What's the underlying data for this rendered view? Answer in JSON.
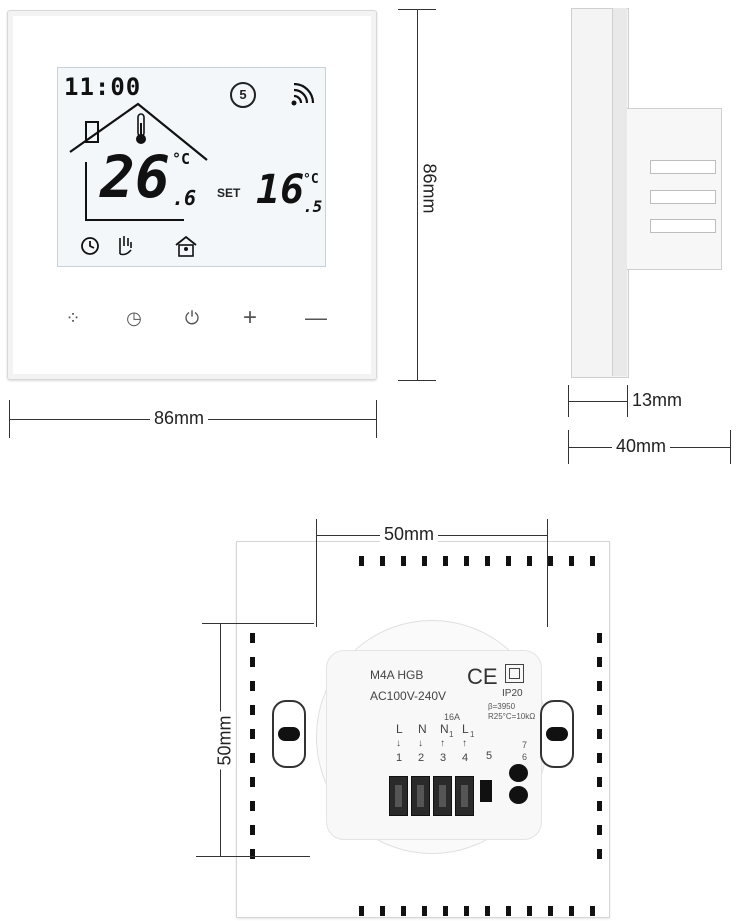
{
  "front_panel": {
    "time": "11:00",
    "room_temp": "26",
    "room_temp_decimal": ".6",
    "temp_unit": "°C",
    "set_label": "SET",
    "set_temp": "16",
    "set_temp_decimal": ".5",
    "program": "5",
    "buttons": [
      {
        "name": "menu-button",
        "icon": "grid-icon",
        "glyph": "⁘"
      },
      {
        "name": "clock-button",
        "icon": "clock-icon",
        "glyph": "◷"
      },
      {
        "name": "power-button",
        "icon": "power-icon",
        "glyph": "⏻"
      },
      {
        "name": "plus-button",
        "icon": "plus-icon",
        "glyph": "+"
      },
      {
        "name": "minus-button",
        "icon": "minus-icon",
        "glyph": "—"
      }
    ]
  },
  "dimensions": {
    "front_width": "86mm",
    "front_height": "86mm",
    "side_depth_front": "13mm",
    "side_depth_total": "40mm",
    "back_width": "50mm",
    "back_height": "50mm"
  },
  "back_label": {
    "model": "M4A HGB",
    "voltage": "AC100V-240V",
    "ce_mark": "CE",
    "ip_rating": "IP20",
    "sensor_b": "β=3950",
    "sensor_r": "R25°C=10kΩ",
    "current": "16A",
    "terminal_labels": [
      "L",
      "N",
      "N",
      "L"
    ],
    "terminal_subs": [
      "",
      "",
      "1",
      "1"
    ],
    "terminal_numbers": [
      "1",
      "2",
      "3",
      "4",
      "5"
    ],
    "sensor_terminals": [
      "7",
      "6"
    ]
  }
}
